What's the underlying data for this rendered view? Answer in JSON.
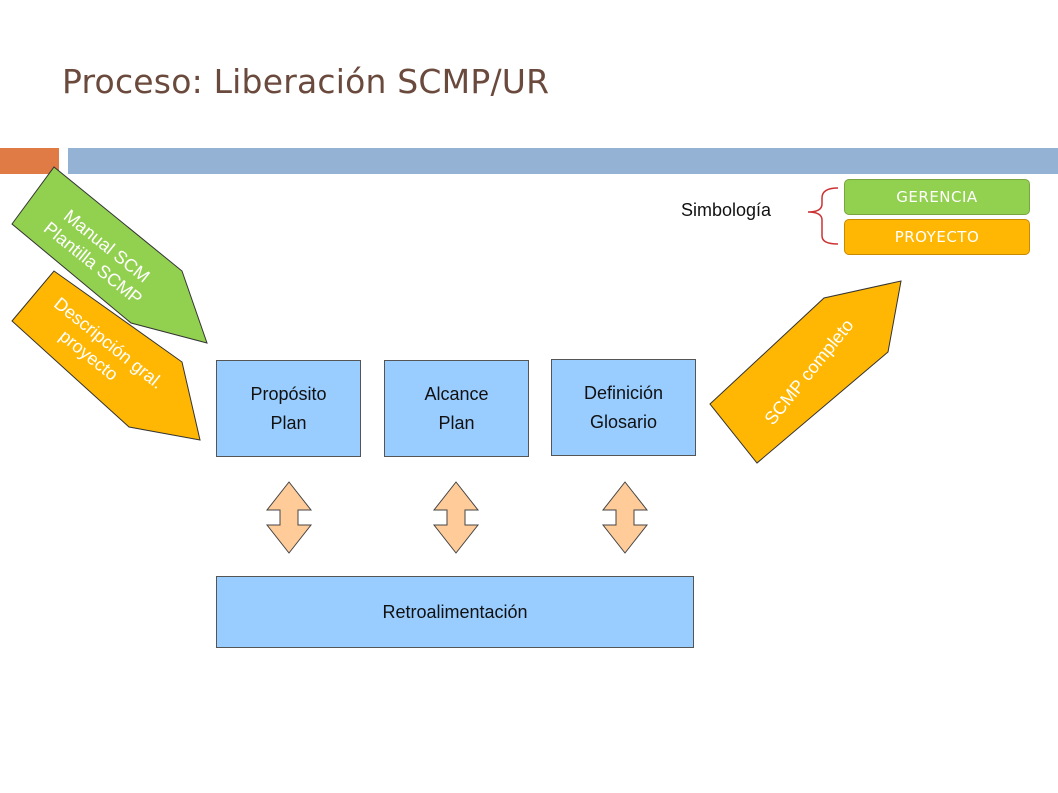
{
  "slide": {
    "title": "Proceso: Liberación SCMP/UR"
  },
  "inputs": {
    "green_arrow": {
      "line1": "Manual SCM",
      "line2": "Plantilla SCMP",
      "color": "#92d050"
    },
    "orange_arrow": {
      "line1": "Descripción gral.",
      "line2": "proyecto",
      "color": "#ffb703"
    }
  },
  "output": {
    "arrow_label": "SCMP completo",
    "color": "#ffb703"
  },
  "boxes": {
    "proposito": {
      "line1": "Propósito",
      "line2": "Plan"
    },
    "alcance": {
      "line1": "Alcance",
      "line2": "Plan"
    },
    "definicion": {
      "line1": "Definición",
      "line2": "Glosario"
    },
    "retro": {
      "label": "Retroalimentación"
    }
  },
  "legend": {
    "label": "Simbología",
    "items": [
      {
        "label": "GERENCIA",
        "color": "#92d050"
      },
      {
        "label": "PROYECTO",
        "color": "#ffb703"
      }
    ]
  },
  "colors": {
    "title": "#6b4a3e",
    "accent_orange": "#e07b45",
    "accent_blue": "#94b3d4",
    "box_fill": "#99ccff",
    "double_arrow_fill": "#ffcc99",
    "bracket": "#cc3333"
  }
}
